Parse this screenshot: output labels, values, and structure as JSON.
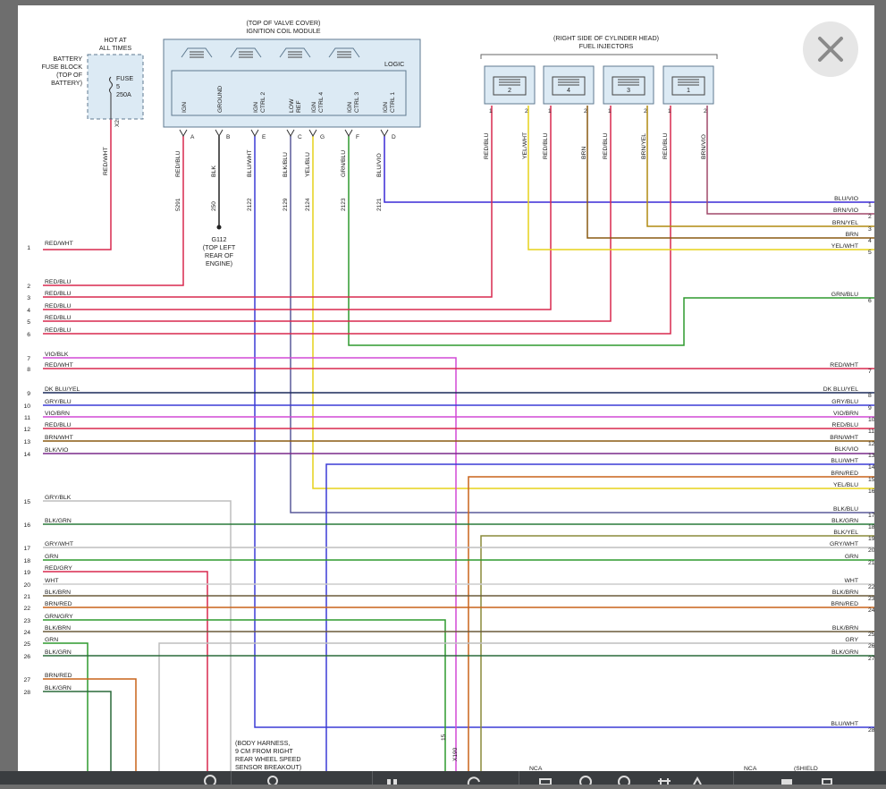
{
  "coil_module": {
    "header": [
      "(TOP OF VALVE COVER)",
      "IGNITION COIL MODULE"
    ],
    "logic_label": "LOGIC",
    "pins": [
      {
        "letter": "A",
        "name": "IGN",
        "wire": "RED/BLU",
        "circuit": "5291"
      },
      {
        "letter": "B",
        "name": "GROUND",
        "wire": "BLK",
        "circuit": "250"
      },
      {
        "letter": "E",
        "name": "IGN CTRL 2",
        "wire": "BLU/WHT",
        "circuit": "2122"
      },
      {
        "letter": "C",
        "name": "LOW REF",
        "wire": "BLK/BLU",
        "circuit": "2129"
      },
      {
        "letter": "G",
        "name": "IGN CTRL 4",
        "wire": "YEL/BLU",
        "circuit": "2124"
      },
      {
        "letter": "F",
        "name": "IGN CTRL 3",
        "wire": "GRN/BLU",
        "circuit": "2123"
      },
      {
        "letter": "D",
        "name": "IGN CTRL 1",
        "wire": "BLU/VIO",
        "circuit": "2121"
      }
    ]
  },
  "battery": {
    "hot_label": [
      "HOT AT",
      "ALL TIMES"
    ],
    "block_label": [
      "BATTERY",
      "FUSE BLOCK",
      "(TOP OF",
      "BATTERY)"
    ],
    "fuse_label": [
      "FUSE",
      "5",
      "250A"
    ],
    "terminal": "X2",
    "wire": "RED/WHT"
  },
  "ground": {
    "id": "G112",
    "desc": [
      "(TOP LEFT",
      "REAR OF",
      "ENGINE)"
    ]
  },
  "injectors": {
    "header": [
      "(RIGHT SIDE OF CYLINDER HEAD)",
      "FUEL INJECTORS"
    ],
    "units": [
      {
        "num": "2",
        "wire1": "RED/BLU",
        "wire2": "YEL/WHT"
      },
      {
        "num": "4",
        "wire1": "RED/BLU",
        "wire2": "BRN"
      },
      {
        "num": "3",
        "wire1": "RED/BLU",
        "wire2": "BRN/YEL"
      },
      {
        "num": "1",
        "wire1": "RED/BLU",
        "wire2": "BRN/VIO"
      }
    ],
    "pin_labels": [
      "1",
      "2"
    ]
  },
  "left_connector": [
    {
      "pin": "1",
      "label": "RED/WHT"
    },
    {
      "pin": "2",
      "label": "RED/BLU"
    },
    {
      "pin": "3",
      "label": "RED/BLU"
    },
    {
      "pin": "4",
      "label": "RED/BLU"
    },
    {
      "pin": "5",
      "label": "RED/BLU"
    },
    {
      "pin": "6",
      "label": "RED/BLU"
    },
    {
      "pin": "7",
      "label": "VIO/BLK"
    },
    {
      "pin": "8",
      "label": "RED/WHT"
    },
    {
      "pin": "9",
      "label": "DK BLU/YEL"
    },
    {
      "pin": "10",
      "label": "GRY/BLU"
    },
    {
      "pin": "11",
      "label": "VIO/BRN"
    },
    {
      "pin": "12",
      "label": "RED/BLU"
    },
    {
      "pin": "13",
      "label": "BRN/WHT"
    },
    {
      "pin": "14",
      "label": "BLK/VIO"
    },
    {
      "pin": "15",
      "label": "GRY/BLK"
    },
    {
      "pin": "16",
      "label": "BLK/GRN"
    },
    {
      "pin": "17",
      "label": "GRY/WHT"
    },
    {
      "pin": "18",
      "label": "GRN"
    },
    {
      "pin": "19",
      "label": "RED/GRY"
    },
    {
      "pin": "20",
      "label": "WHT"
    },
    {
      "pin": "21",
      "label": "BLK/BRN"
    },
    {
      "pin": "22",
      "label": "BRN/RED"
    },
    {
      "pin": "23",
      "label": "GRN/GRY"
    },
    {
      "pin": "24",
      "label": "BLK/BRN"
    },
    {
      "pin": "25",
      "label": "GRN"
    },
    {
      "pin": "26",
      "label": "BLK/GRN"
    },
    {
      "pin": "27",
      "label": "BRN/RED"
    },
    {
      "pin": "28",
      "label": "BLK/GRN"
    }
  ],
  "right_connector": [
    {
      "pin": "1",
      "label": "BLU/VIO"
    },
    {
      "pin": "2",
      "label": "BRN/VIO"
    },
    {
      "pin": "3",
      "label": "BRN/YEL"
    },
    {
      "pin": "4",
      "label": "BRN"
    },
    {
      "pin": "5",
      "label": "YEL/WHT"
    },
    {
      "pin": "6",
      "label": "GRN/BLU"
    },
    {
      "pin": "7",
      "label": "RED/WHT"
    },
    {
      "pin": "8",
      "label": "DK BLU/YEL"
    },
    {
      "pin": "9",
      "label": "GRY/BLU"
    },
    {
      "pin": "10",
      "label": "VIO/BRN"
    },
    {
      "pin": "11",
      "label": "RED/BLU"
    },
    {
      "pin": "12",
      "label": "BRN/WHT"
    },
    {
      "pin": "13",
      "label": "BLK/VIO"
    },
    {
      "pin": "14",
      "label": "BLU/WHT"
    },
    {
      "pin": "15",
      "label": "BRN/RED"
    },
    {
      "pin": "16",
      "label": "YEL/BLU"
    },
    {
      "pin": "17",
      "label": "BLK/BLU"
    },
    {
      "pin": "18",
      "label": "BLK/GRN"
    },
    {
      "pin": "19",
      "label": "BLK/YEL"
    },
    {
      "pin": "20",
      "label": "GRY/WHT"
    },
    {
      "pin": "21",
      "label": "GRN"
    },
    {
      "pin": "22",
      "label": "WHT"
    },
    {
      "pin": "23",
      "label": "BLK/BRN"
    },
    {
      "pin": "24",
      "label": "BRN/RED"
    },
    {
      "pin": "25",
      "label": "BLK/BRN"
    },
    {
      "pin": "26",
      "label": "GRY"
    },
    {
      "pin": "27",
      "label": "BLK/GRN"
    },
    {
      "pin": "28",
      "label": "BLU/WHT"
    }
  ],
  "body_harness_note": [
    "(BODY HARNESS,",
    "9 CM FROM RIGHT",
    "REAR WHEEL SPEED",
    "SENSOR BREAKOUT)"
  ],
  "bottom_labels": {
    "pin15": "15",
    "x190": "X190",
    "nca1": "NCA",
    "nca2": "NCA",
    "shield": "(SHIELD"
  },
  "colors": {
    "RED": "#d9284e",
    "BLU_VIO": "#3a2ad6",
    "BRN": "#8a5a12",
    "YEL": "#e6d21a",
    "GRN": "#2f9a2f",
    "GRY": "#bdbdbd",
    "MAG": "#d24ad6",
    "BLU": "#3b3bd6",
    "BLK": "#333333",
    "ORANGE": "#c9641a",
    "BLK_BLU": "#5a5a9a",
    "PURPLE": "#7a2a8a"
  },
  "close_button": {
    "icon": "close-icon"
  }
}
